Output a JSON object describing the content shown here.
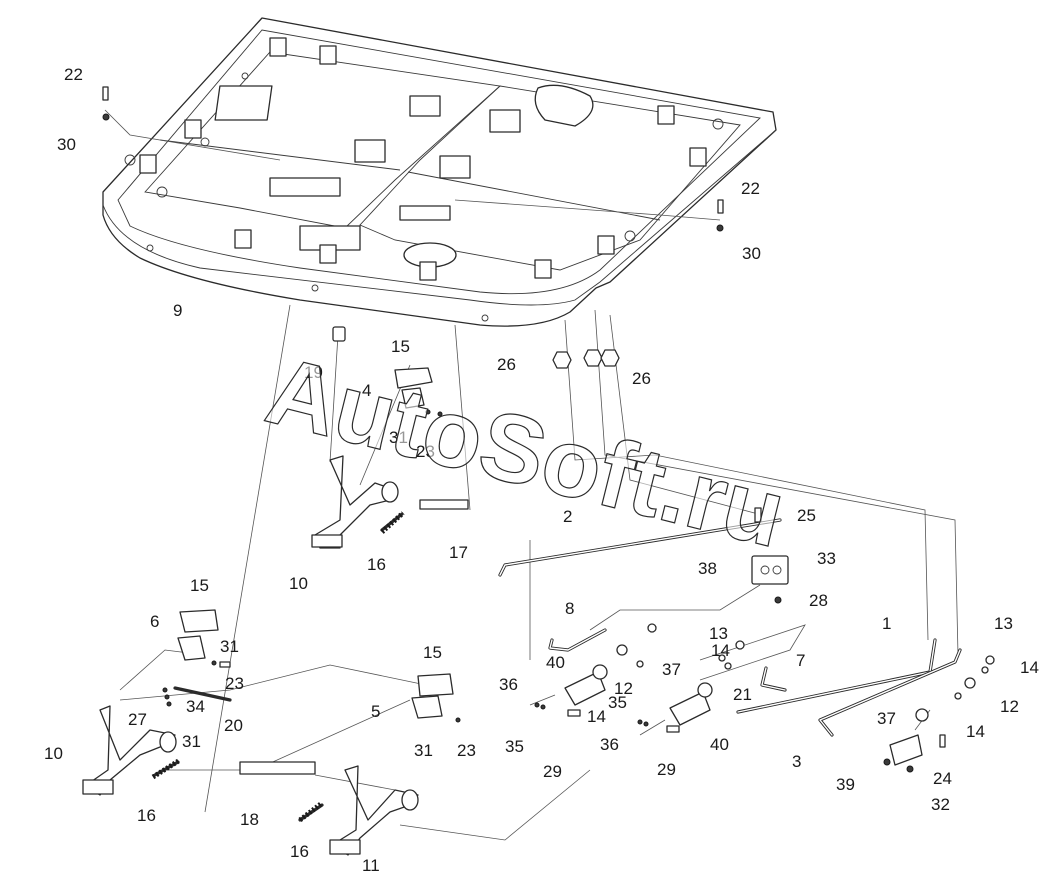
{
  "diagram": {
    "labels": [
      "22",
      "30",
      "22",
      "30",
      "9",
      "26",
      "26",
      "19",
      "15",
      "4",
      "31",
      "23",
      "2",
      "25",
      "10",
      "16",
      "17",
      "38",
      "33",
      "28",
      "8",
      "13",
      "40",
      "12",
      "37",
      "14",
      "7",
      "21",
      "1",
      "13",
      "14",
      "12",
      "15",
      "6",
      "31",
      "23",
      "34",
      "20",
      "27",
      "31",
      "10",
      "16",
      "15",
      "5",
      "31",
      "23",
      "36",
      "35",
      "29",
      "14",
      "35",
      "36",
      "29",
      "40",
      "37",
      "14",
      "3",
      "39",
      "24",
      "32",
      "18",
      "16",
      "11"
    ]
  },
  "watermark": {
    "text": "AutoSoft.ru"
  },
  "colors": {
    "line": "#2b2b2b",
    "background": "#ffffff"
  }
}
